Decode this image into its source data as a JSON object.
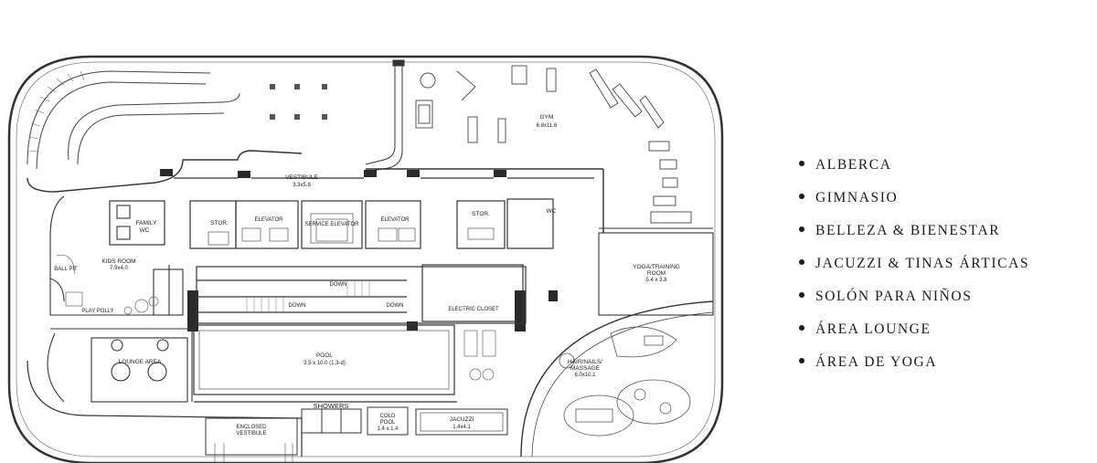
{
  "floor_plan": {
    "rooms": {
      "gym": {
        "name": "GYM",
        "dims": "6.8x11.6"
      },
      "vestibule": {
        "name": "VESTIBULE",
        "dims": "3.3x5.8"
      },
      "family_wc": {
        "line1": "FAMILY",
        "line2": "WC"
      },
      "stor_left": "STOR.",
      "elevator_left": "ELEVATOR",
      "service_elevator": "SERVICE ELEVATOR",
      "elevator_right": "ELEVATOR",
      "stor_right": "STOR.",
      "wc": "WC",
      "kids_room": {
        "name": "KIDS ROOM",
        "dims": "7.9x4.0"
      },
      "ball_pit": "BALL PIT",
      "play_polly": "PLAY POLLY",
      "down_1": "DOWN",
      "down_2": "DOWN",
      "down_3": "DOWN",
      "electric_closet": "ELECTRIC CLOSET",
      "yoga_room": {
        "line1": "YOGA/TRAINING",
        "line2": "ROOM",
        "dims": "5.4 x 3.8"
      },
      "pool": {
        "name": "POOL",
        "dims": "3.5 x 10.0 (1.3-d)"
      },
      "lounge_area": "LOUNGE AREA",
      "hair_nails": {
        "line1": "HAIR/NAILS/",
        "line2": "MASSAGE",
        "dims": "6.0x10.1"
      },
      "showers": "SHOWERS",
      "cold_pool": {
        "line1": "COLD",
        "line2": "POOL",
        "dims": "1.4 x 1.4"
      },
      "jacuzzi": {
        "name": "JACUZZI",
        "dims": "1.4x4.1"
      },
      "enclosed_vestibule": {
        "line1": "ENCLOSED",
        "line2": "VESTIBULE"
      }
    }
  },
  "amenities": [
    "ALBERCA",
    "GIMNASIO",
    "BELLEZA & BIENESTAR",
    "JACUZZI & TINAS ÁRTICAS",
    "SOLÓN PARA NIÑOS",
    "ÁREA LOUNGE",
    "ÁREA DE YOGA"
  ],
  "colors": {
    "ink": "#1a1a1a",
    "wall": "#333333",
    "column": "#2a2a2a"
  }
}
